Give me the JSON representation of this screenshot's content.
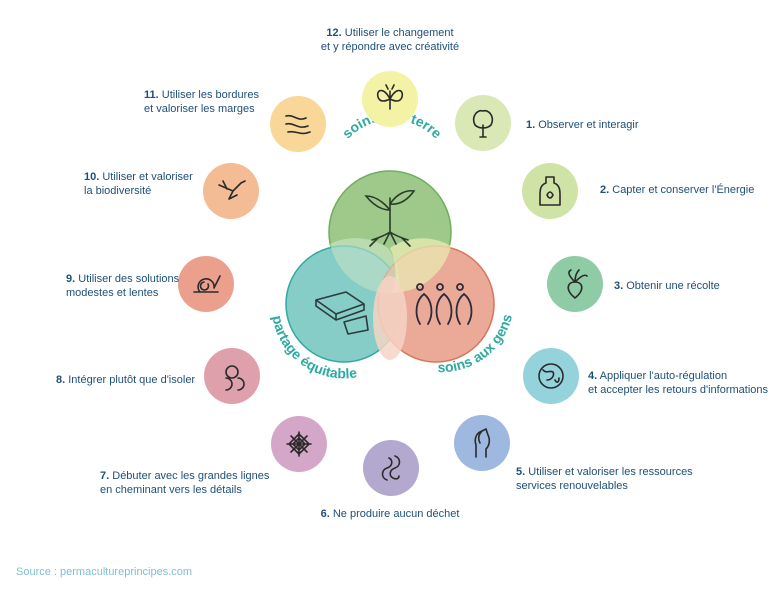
{
  "ethics": {
    "earth": "soins à la terre",
    "people": "soins aux gens",
    "fair_share": "partage équitable"
  },
  "principles": [
    {
      "num": "1.",
      "line1": "Observer et interagir",
      "line2": "",
      "icon": "tree-icon",
      "color": "#d9e8b4"
    },
    {
      "num": "2.",
      "line1": "Capter et conserver l'Énergie",
      "line2": "",
      "icon": "bottle-icon",
      "color": "#cfe3a6"
    },
    {
      "num": "3.",
      "line1": "Obtenir une récolte",
      "line2": "",
      "icon": "radish-icon",
      "color": "#8fcca6"
    },
    {
      "num": "4.",
      "line1": "Appliquer l'auto-régulation",
      "line2": "et accepter les retours d'informations",
      "icon": "globe-icon",
      "color": "#94d2dc"
    },
    {
      "num": "5.",
      "line1": "Utiliser et valoriser les ressources",
      "line2": "services renouvelables",
      "icon": "horse-icon",
      "color": "#9fb8e0"
    },
    {
      "num": "6.",
      "line1": "Ne produire aucun déchet",
      "line2": "",
      "icon": "worm-icon",
      "color": "#b3a9cf"
    },
    {
      "num": "7.",
      "line1": "Débuter avec les grandes lignes",
      "line2": "en cheminant vers les détails",
      "icon": "spiderweb-icon",
      "color": "#d4a7c9"
    },
    {
      "num": "8.",
      "line1": "Intégrer plutôt que d'isoler",
      "line2": "",
      "icon": "knot-icon",
      "color": "#dea1ac"
    },
    {
      "num": "9.",
      "line1": "Utiliser des solutions",
      "line2": "modestes et lentes",
      "icon": "snail-icon",
      "color": "#eba08e"
    },
    {
      "num": "10.",
      "line1": "Utiliser et valoriser",
      "line2": "la biodiversité",
      "icon": "hummingbird-icon",
      "color": "#f3bc94"
    },
    {
      "num": "11.",
      "line1": "Utiliser les bordures",
      "line2": "et valoriser les marges",
      "icon": "river-icon",
      "color": "#f8d798"
    },
    {
      "num": "12.",
      "line1": "Utiliser le changement",
      "line2": "et y répondre avec créativité",
      "icon": "butterfly-icon",
      "color": "#f4f2a5"
    }
  ],
  "source": "Source : permacultureprincipes.com"
}
